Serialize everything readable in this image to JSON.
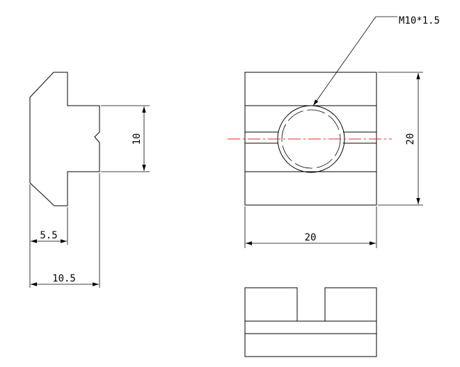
{
  "thread_callout": "M10*1.5",
  "dimensions": {
    "side_slot_height": "10",
    "side_step_width": "5.5",
    "side_total_width": "10.5",
    "top_width": "20",
    "top_height": "20"
  },
  "colors": {
    "outline": "#000000",
    "centerline": "#e8252a"
  }
}
